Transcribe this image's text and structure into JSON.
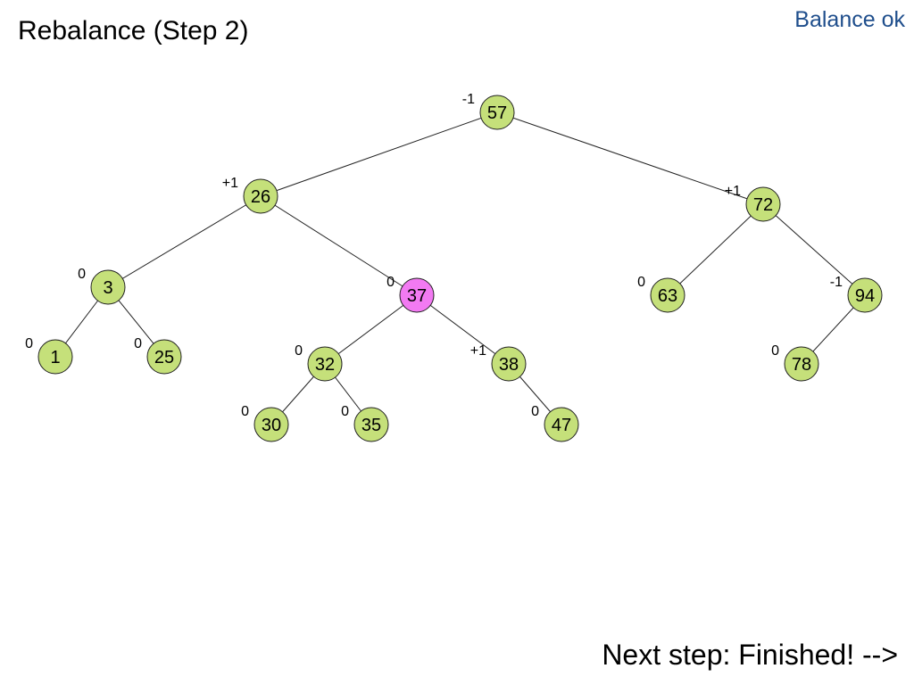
{
  "header": {
    "title": "Rebalance (Step 2)",
    "status": "Balance ok"
  },
  "footer": {
    "next_step": "Next step: Finished! -->"
  },
  "colors": {
    "node_fill": "#c5e07a",
    "highlight_fill": "#f27af2",
    "node_stroke": "#222222",
    "edge": "#222222",
    "status_text": "#1f4e8c"
  },
  "tree": {
    "nodes": [
      {
        "id": "n57",
        "key": "57",
        "balance": "-1",
        "highlight": false
      },
      {
        "id": "n26",
        "key": "26",
        "balance": "+1",
        "highlight": false
      },
      {
        "id": "n72",
        "key": "72",
        "balance": "+1",
        "highlight": false
      },
      {
        "id": "n3",
        "key": "3",
        "balance": "0",
        "highlight": false
      },
      {
        "id": "n37",
        "key": "37",
        "balance": "0",
        "highlight": true
      },
      {
        "id": "n63",
        "key": "63",
        "balance": "0",
        "highlight": false
      },
      {
        "id": "n94",
        "key": "94",
        "balance": "-1",
        "highlight": false
      },
      {
        "id": "n1",
        "key": "1",
        "balance": "0",
        "highlight": false
      },
      {
        "id": "n25",
        "key": "25",
        "balance": "0",
        "highlight": false
      },
      {
        "id": "n32",
        "key": "32",
        "balance": "0",
        "highlight": false
      },
      {
        "id": "n38",
        "key": "38",
        "balance": "+1",
        "highlight": false
      },
      {
        "id": "n78",
        "key": "78",
        "balance": "0",
        "highlight": false
      },
      {
        "id": "n30",
        "key": "30",
        "balance": "0",
        "highlight": false
      },
      {
        "id": "n35",
        "key": "35",
        "balance": "0",
        "highlight": false
      },
      {
        "id": "n47",
        "key": "47",
        "balance": "0",
        "highlight": false
      }
    ],
    "edges": [
      [
        "n57",
        "n26"
      ],
      [
        "n57",
        "n72"
      ],
      [
        "n26",
        "n3"
      ],
      [
        "n26",
        "n37"
      ],
      [
        "n72",
        "n63"
      ],
      [
        "n72",
        "n94"
      ],
      [
        "n3",
        "n1"
      ],
      [
        "n3",
        "n25"
      ],
      [
        "n37",
        "n32"
      ],
      [
        "n37",
        "n38"
      ],
      [
        "n94",
        "n78"
      ],
      [
        "n32",
        "n30"
      ],
      [
        "n32",
        "n35"
      ],
      [
        "n38",
        "n47"
      ]
    ]
  }
}
